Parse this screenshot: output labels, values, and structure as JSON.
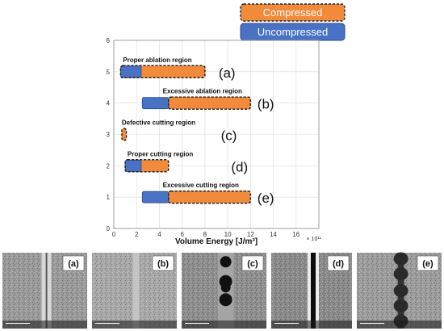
{
  "chart_data": {
    "type": "bar",
    "orientation": "horizontal-range",
    "xlabel": "Volume Energy [J/m³]",
    "x_multiplier": "× 10¹¹",
    "xlim": [
      0,
      18
    ],
    "ylim": [
      0,
      6
    ],
    "xticks": [
      "0",
      "2",
      "4",
      "6",
      "8",
      "10",
      "12",
      "14",
      "16"
    ],
    "yticks": [
      "0",
      "1",
      "2",
      "3",
      "4",
      "5",
      "6"
    ],
    "grid": true,
    "legend": {
      "placement": "top-right",
      "entries": [
        {
          "name": "Compressed",
          "color": "#f28a3c"
        },
        {
          "name": "Uncompressed",
          "color": "#4a72c4"
        }
      ]
    },
    "regions": [
      {
        "y": 5,
        "label": "Proper ablation region",
        "tag": "(a)",
        "uncompressed": [
          0.6,
          2.4
        ],
        "compressed": [
          0.6,
          8.0
        ]
      },
      {
        "y": 4,
        "label": "Excessive ablation region",
        "tag": "(b)",
        "uncompressed": [
          2.5,
          4.8
        ],
        "compressed": [
          4.8,
          12.0
        ]
      },
      {
        "y": 3,
        "label": "Defective cutting region",
        "tag": "(c)",
        "uncompressed": null,
        "compressed": [
          0.7,
          1.1
        ]
      },
      {
        "y": 2,
        "label": "Proper cutting region",
        "tag": "(d)",
        "uncompressed": [
          1.0,
          2.4
        ],
        "compressed": [
          1.0,
          4.8
        ]
      },
      {
        "y": 1,
        "label": "Excessive cutting region",
        "tag": "(e)",
        "uncompressed": [
          2.5,
          4.8
        ],
        "compressed": [
          4.8,
          12.0
        ]
      }
    ]
  },
  "photos": [
    {
      "tag": "(a)",
      "tone": "#9a9a9a",
      "feature": "groove"
    },
    {
      "tag": "(b)",
      "tone": "#a8a8a8",
      "feature": "faint"
    },
    {
      "tag": "(c)",
      "tone": "#8e8e8e",
      "feature": "holes"
    },
    {
      "tag": "(d)",
      "tone": "#8a8a8a",
      "feature": "cut"
    },
    {
      "tag": "(e)",
      "tone": "#9c9c9c",
      "feature": "beads"
    }
  ],
  "colors": {
    "compressed": "#f28a3c",
    "uncompressed": "#4a72c4",
    "grid": "#d9d9d9",
    "axis": "#8c8c8c"
  }
}
